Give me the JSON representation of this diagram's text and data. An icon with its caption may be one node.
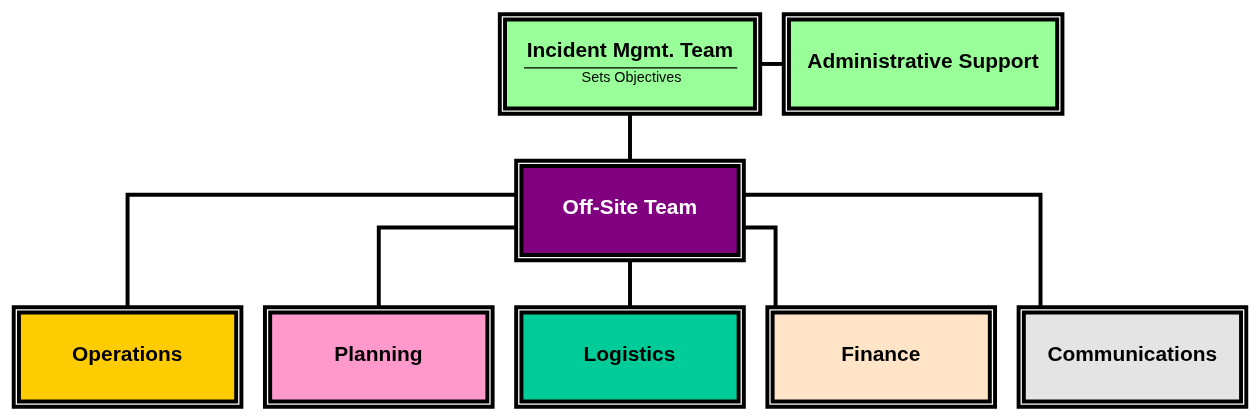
{
  "diagram": {
    "nodes": [
      {
        "text": [
          "Incident Mgmt. Team",
          "Sets Objectives"
        ]
      },
      {
        "text": [
          "Administrative Support"
        ]
      },
      {
        "text": [
          "Off-Site Team"
        ]
      },
      {
        "text": [
          "Operations"
        ]
      },
      {
        "text": [
          "Planning"
        ]
      },
      {
        "text": [
          "Logistics"
        ]
      },
      {
        "text": [
          "Finance"
        ]
      },
      {
        "text": [
          "Communications"
        ]
      }
    ],
    "edges": [
      {
        "from": 0,
        "to": 1,
        "arrow": "none"
      },
      {
        "from": 0,
        "to": 2,
        "arrow": "none"
      },
      {
        "from": 2,
        "to": 3,
        "arrow": "none"
      },
      {
        "from": 2,
        "to": 4,
        "arrow": "none"
      },
      {
        "from": 2,
        "to": 5,
        "arrow": "none"
      },
      {
        "from": 2,
        "to": 6,
        "arrow": "none"
      },
      {
        "from": 2,
        "to": 7,
        "arrow": "none"
      }
    ]
  }
}
